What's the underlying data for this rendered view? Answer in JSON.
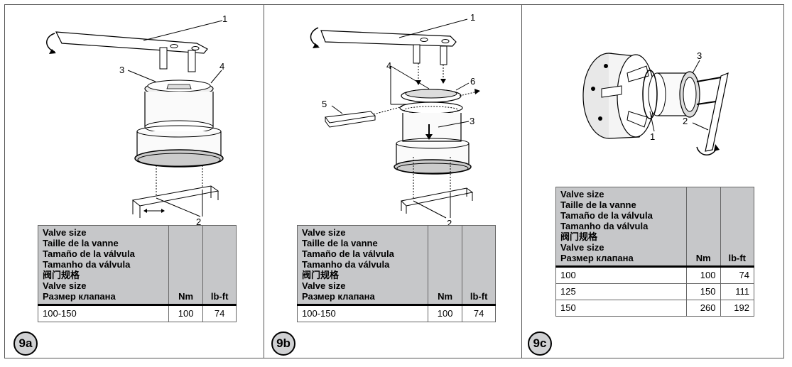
{
  "header_lines": [
    "Valve size",
    "Taille de la vanne",
    "Tamaño de la válvula",
    "Tamanho da válvula",
    "阀门规格",
    "Valve size",
    "Размер клапана"
  ],
  "col_nm": "Nm",
  "col_lbft": "lb-ft",
  "panels": {
    "a": {
      "badge": "9a",
      "callouts": {
        "c1": "1",
        "c2": "2",
        "c3": "3",
        "c4": "4"
      },
      "rows": [
        {
          "size": "100-150",
          "nm": "100",
          "lbft": "74"
        }
      ]
    },
    "b": {
      "badge": "9b",
      "callouts": {
        "c1": "1",
        "c2": "2",
        "c3": "3",
        "c4": "4",
        "c5": "5",
        "c6": "6"
      },
      "rows": [
        {
          "size": "100-150",
          "nm": "100",
          "lbft": "74"
        }
      ]
    },
    "c": {
      "badge": "9c",
      "callouts": {
        "c1": "1",
        "c2": "2",
        "c3": "3"
      },
      "rows": [
        {
          "size": "100",
          "nm": "100",
          "lbft": "74"
        },
        {
          "size": "125",
          "nm": "150",
          "lbft": "111"
        },
        {
          "size": "150",
          "nm": "260",
          "lbft": "192"
        }
      ]
    }
  }
}
